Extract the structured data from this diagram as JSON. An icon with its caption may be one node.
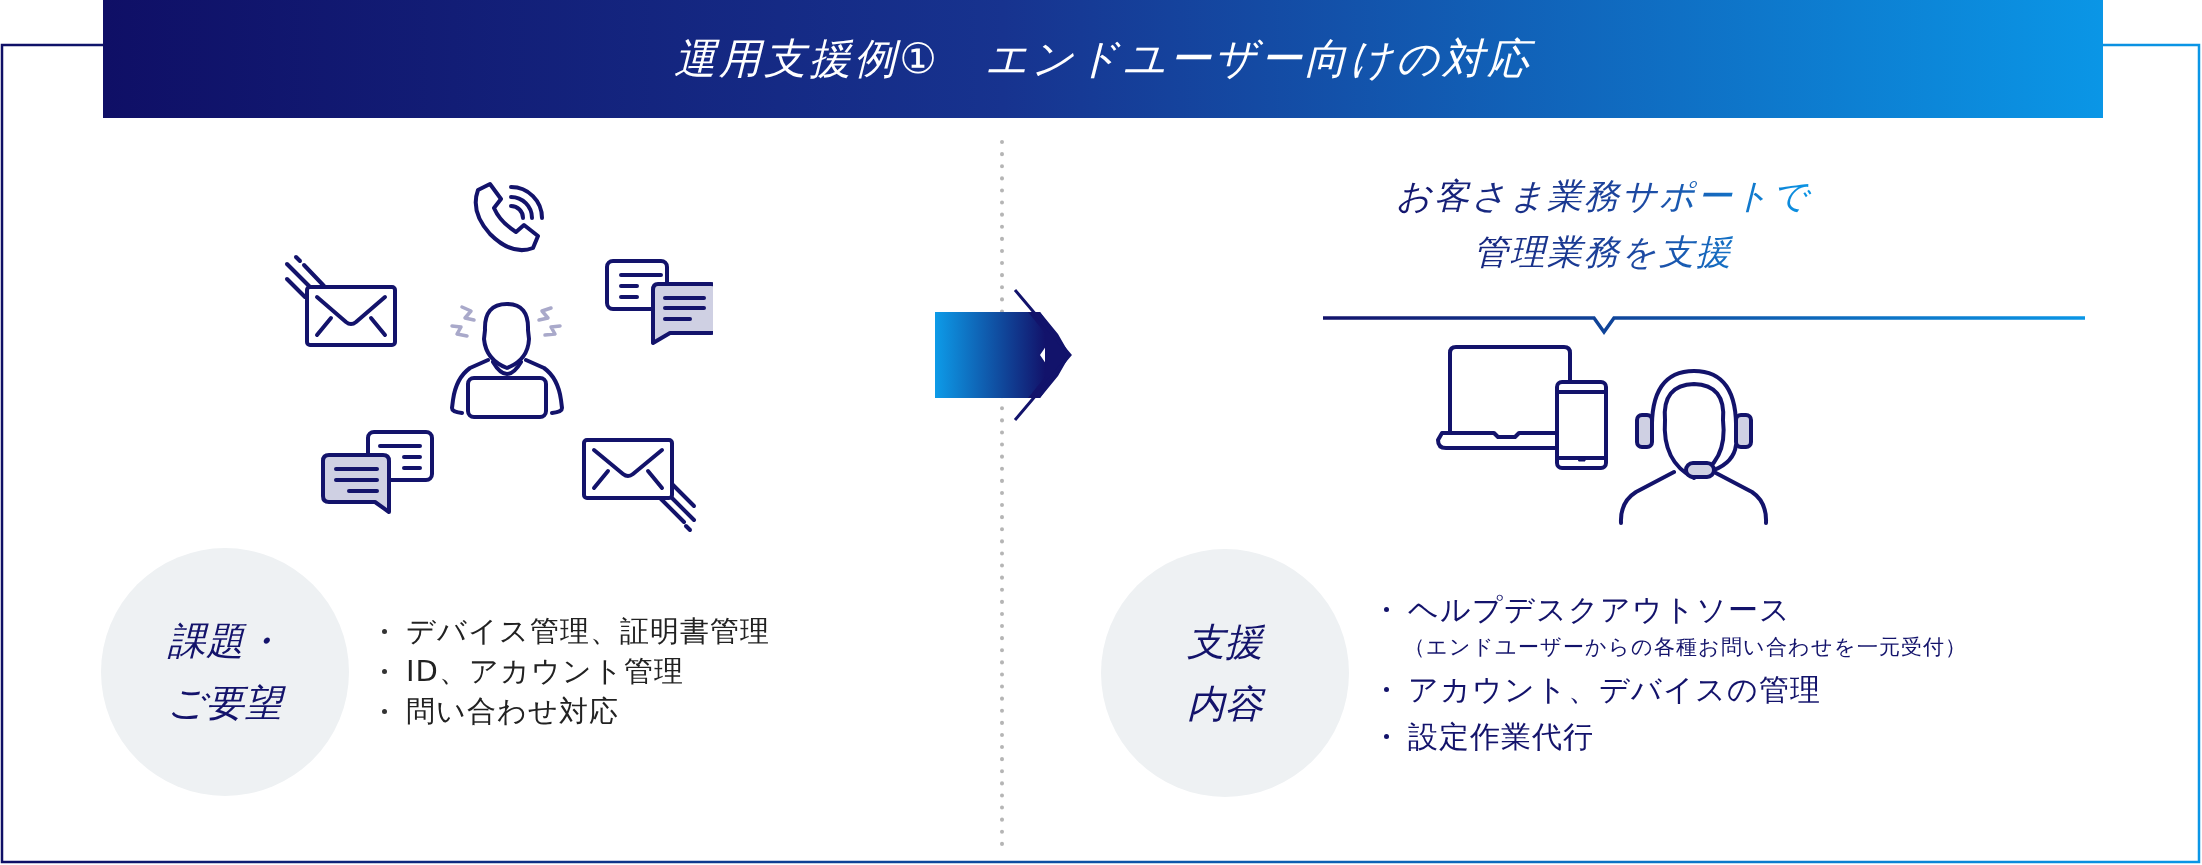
{
  "diagram": {
    "title": "運用支援例①　エンドユーザー向けの対応",
    "nodes": [
      {
        "text": [
          "課題・ご要望"
        ],
        "beside": [
          "デバイス管理、証明書管理",
          "ID、アカウント管理",
          "問い合わせ対応"
        ]
      },
      {
        "text": [
          "支援内容"
        ],
        "beside": [
          "ヘルプデスクアウトソース",
          "（エンドユーザーからの各種お問い合わせを一元受付）",
          "アカウント、デバイスの管理",
          "設定作業代行"
        ]
      }
    ],
    "labels": [
      "お客さま業務サポートで管理業務を支援"
    ]
  }
}
